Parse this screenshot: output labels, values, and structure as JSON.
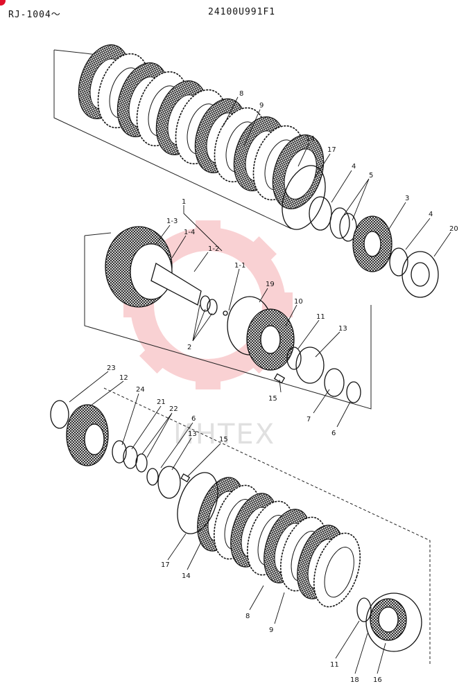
{
  "header": {
    "serial": "RJ-1004～",
    "part_no": "24100U991F1"
  },
  "watermark": {
    "text": "ИНТЕХ",
    "color": "#e8323c"
  },
  "labels": {
    "top": {
      "p8": "8",
      "p9": "9",
      "p14": "14",
      "p17": "17",
      "p4a": "4",
      "p5": "5",
      "p3": "3",
      "p4b": "4",
      "p20": "20"
    },
    "mid": {
      "p1": "1",
      "p13": "1-3",
      "p14": "1-4",
      "p12": "1-2",
      "p11": "1-1",
      "p2": "2",
      "p19": "19",
      "p10": "10",
      "p11b": "11",
      "p13b": "13",
      "p15": "15",
      "p7": "7",
      "p6": "6"
    },
    "bot": {
      "p23": "23",
      "p12": "12",
      "p24": "24",
      "p21": "21",
      "p22": "22",
      "p6": "6",
      "p13": "13",
      "p15": "15",
      "p17": "17",
      "p14": "14",
      "p8": "8",
      "p9": "9",
      "p11": "11",
      "p18": "18",
      "p16": "16"
    }
  }
}
